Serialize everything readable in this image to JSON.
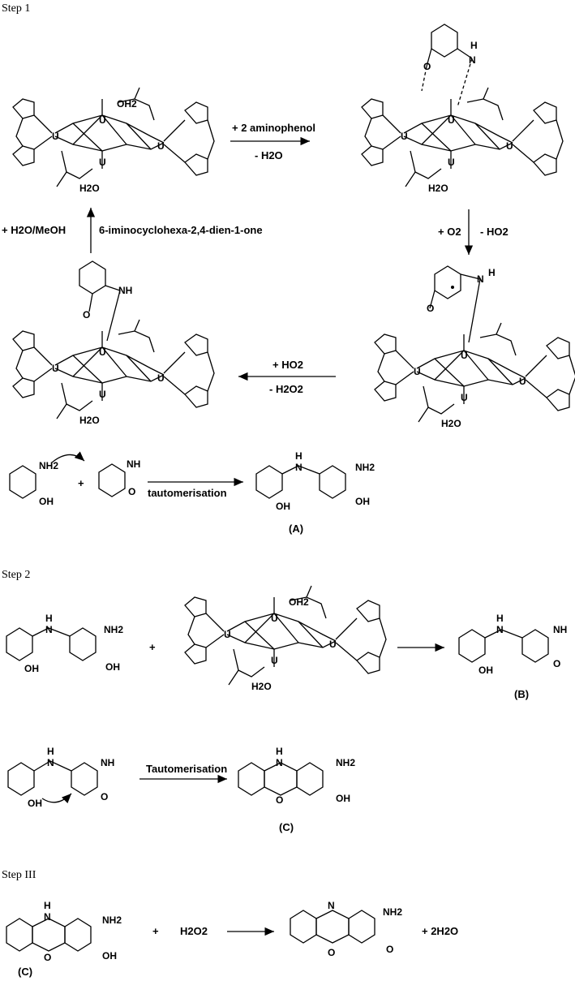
{
  "steps": {
    "step1": "Step 1",
    "step2": "Step 2",
    "step3": "Step III"
  },
  "reagents": {
    "add_aminophenol": "+ 2 aminophenol",
    "minus_water": "- H2O",
    "add_o2": "+ O2",
    "minus_ho2": "- HO2",
    "add_ho2": "+ HO2",
    "minus_h2o2": "- H2O2",
    "add_h2o_meoh": "+ H2O/MeOH",
    "released_product": "6-iminocyclohexa-2,4-dien-1-one",
    "tautomerisation_lower": "tautomerisation",
    "tautomerisation_cap": "Tautomerisation",
    "plus": "+",
    "h2o2": "H2O2",
    "two_h2o": "+ 2H2O"
  },
  "compounds": {
    "A": "(A)",
    "B": "(B)",
    "C": "(C)"
  },
  "atoms": {
    "U": "U",
    "O": "O",
    "N": "N",
    "H": "H",
    "NH": "NH",
    "NH2": "NH2",
    "OH": "OH",
    "OH2": "OH2",
    "H2O": "H2O"
  }
}
